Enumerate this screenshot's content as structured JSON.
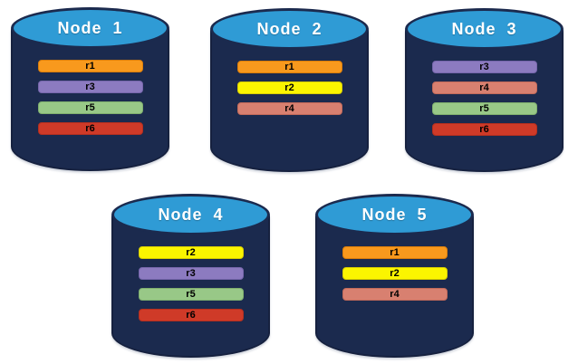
{
  "diagram": {
    "background": "#FFFFFF",
    "cylinder": {
      "body_color": "#1B2A4E",
      "body_outline": "#16213F",
      "top_color": "#2F9BD5",
      "top_outline": "#1B2A4E",
      "title_color": "#FFFFFF"
    },
    "replica_colors": {
      "r1": {
        "fill": "#F8991D",
        "border": "#DB7E0A",
        "text": "#000000"
      },
      "r2": {
        "fill": "#FBF500",
        "border": "#D8CE00",
        "text": "#000000"
      },
      "r3": {
        "fill": "#8C7BC0",
        "border": "#7666AC",
        "text": "#000000"
      },
      "r4": {
        "fill": "#D88070",
        "border": "#C26A5A",
        "text": "#000000"
      },
      "r5": {
        "fill": "#98C887",
        "border": "#7FAF6E",
        "text": "#000000"
      },
      "r6": {
        "fill": "#CF3A28",
        "border": "#B42F1F",
        "text": "#000000"
      }
    },
    "nodes": [
      {
        "title": "Node  1",
        "replicas": [
          "r1",
          "r3",
          "r5",
          "r6"
        ]
      },
      {
        "title": "Node  2",
        "replicas": [
          "r1",
          "r2",
          "r4"
        ]
      },
      {
        "title": "Node  3",
        "replicas": [
          "r3",
          "r4",
          "r5",
          "r6"
        ]
      },
      {
        "title": "Node  4",
        "replicas": [
          "r2",
          "r3",
          "r5",
          "r6"
        ]
      },
      {
        "title": "Node  5",
        "replicas": [
          "r1",
          "r2",
          "r4"
        ]
      }
    ]
  }
}
